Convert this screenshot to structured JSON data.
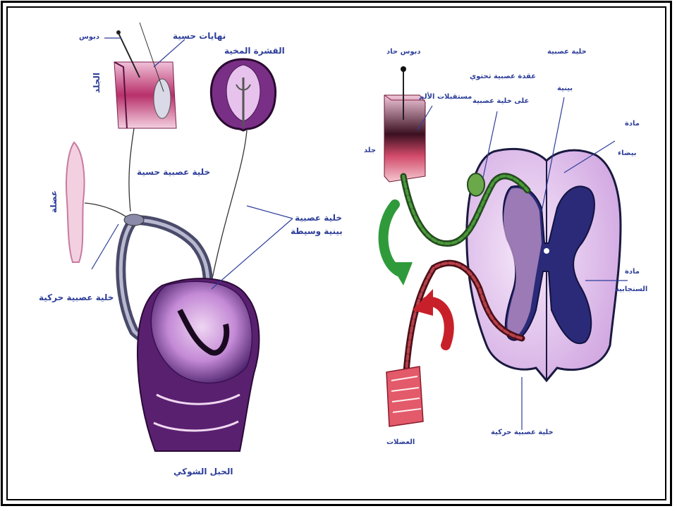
{
  "left_diagram": {
    "labels": {
      "pin": "دبوس",
      "sensory_endings": "نهايات حسية",
      "cerebral_cortex": "القشرة المخية",
      "skin": "الجلد",
      "muscle": "عضلة",
      "sensory_neuron": "خلية عصبية حسية",
      "interneuron_line1": "خلية عصبية",
      "interneuron_line2": "بينية وسيطة",
      "motor_neuron": "خلية عصبية حركية",
      "spinal_cord": "الحبل الشوكي"
    }
  },
  "right_diagram": {
    "labels": {
      "sharp_pin": "دبوس حاد",
      "pain_receptors": "مستقبلات الألم",
      "skin": "جلد",
      "ganglion_line1": "عقدة عصبية تحتوي",
      "ganglion_line2": "على خلية عصبية",
      "neuron_top": "خلية عصبية",
      "interneuron": "بينية",
      "white_matter_line1": "مادة",
      "white_matter_line2": "بيضاء",
      "gray_matter_line1": "مادة",
      "gray_matter_line2": "السنجابية",
      "motor_neuron": "خلية عصبية حركية",
      "muscles": "العضلات"
    }
  },
  "colors": {
    "label_text": "#2d3e9a",
    "gray_matter": "#2a2a78",
    "white_matter": "#d9b8e8",
    "sensory_path": "#2f6a2a",
    "motor_path": "#8a2030",
    "green_arrow": "#2f9a3a",
    "red_arrow": "#c8202a"
  }
}
